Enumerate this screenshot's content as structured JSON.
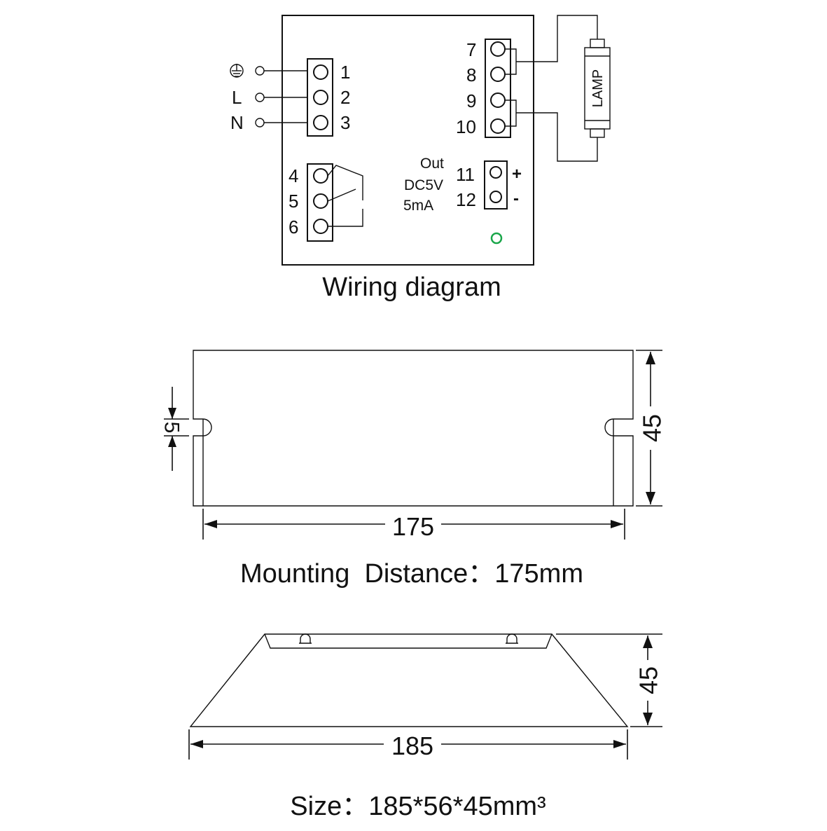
{
  "wiring": {
    "caption": "Wiring diagram",
    "ground_symbol": "earth-ground-symbol",
    "input_labels": [
      "L",
      "N"
    ],
    "input_terminals": [
      "1",
      "2",
      "3"
    ],
    "relay_terminals": [
      "4",
      "5",
      "6"
    ],
    "lamp_terminals": [
      "7",
      "8",
      "9",
      "10"
    ],
    "lamp_label": "LAMP",
    "output_lines": [
      "Out",
      "DC5V",
      "5mA"
    ],
    "output_terminals": [
      "11",
      "12"
    ],
    "output_polarity": [
      "+",
      "-"
    ],
    "indicator_color": "#1aa64a"
  },
  "mounting": {
    "slot_dimension": "5",
    "height_dimension": "45",
    "width_dimension": "175",
    "caption": "Mounting  Distance：175mm"
  },
  "side": {
    "height_dimension": "45",
    "width_dimension": "185",
    "caption": "Size：185*56*45mm³"
  }
}
